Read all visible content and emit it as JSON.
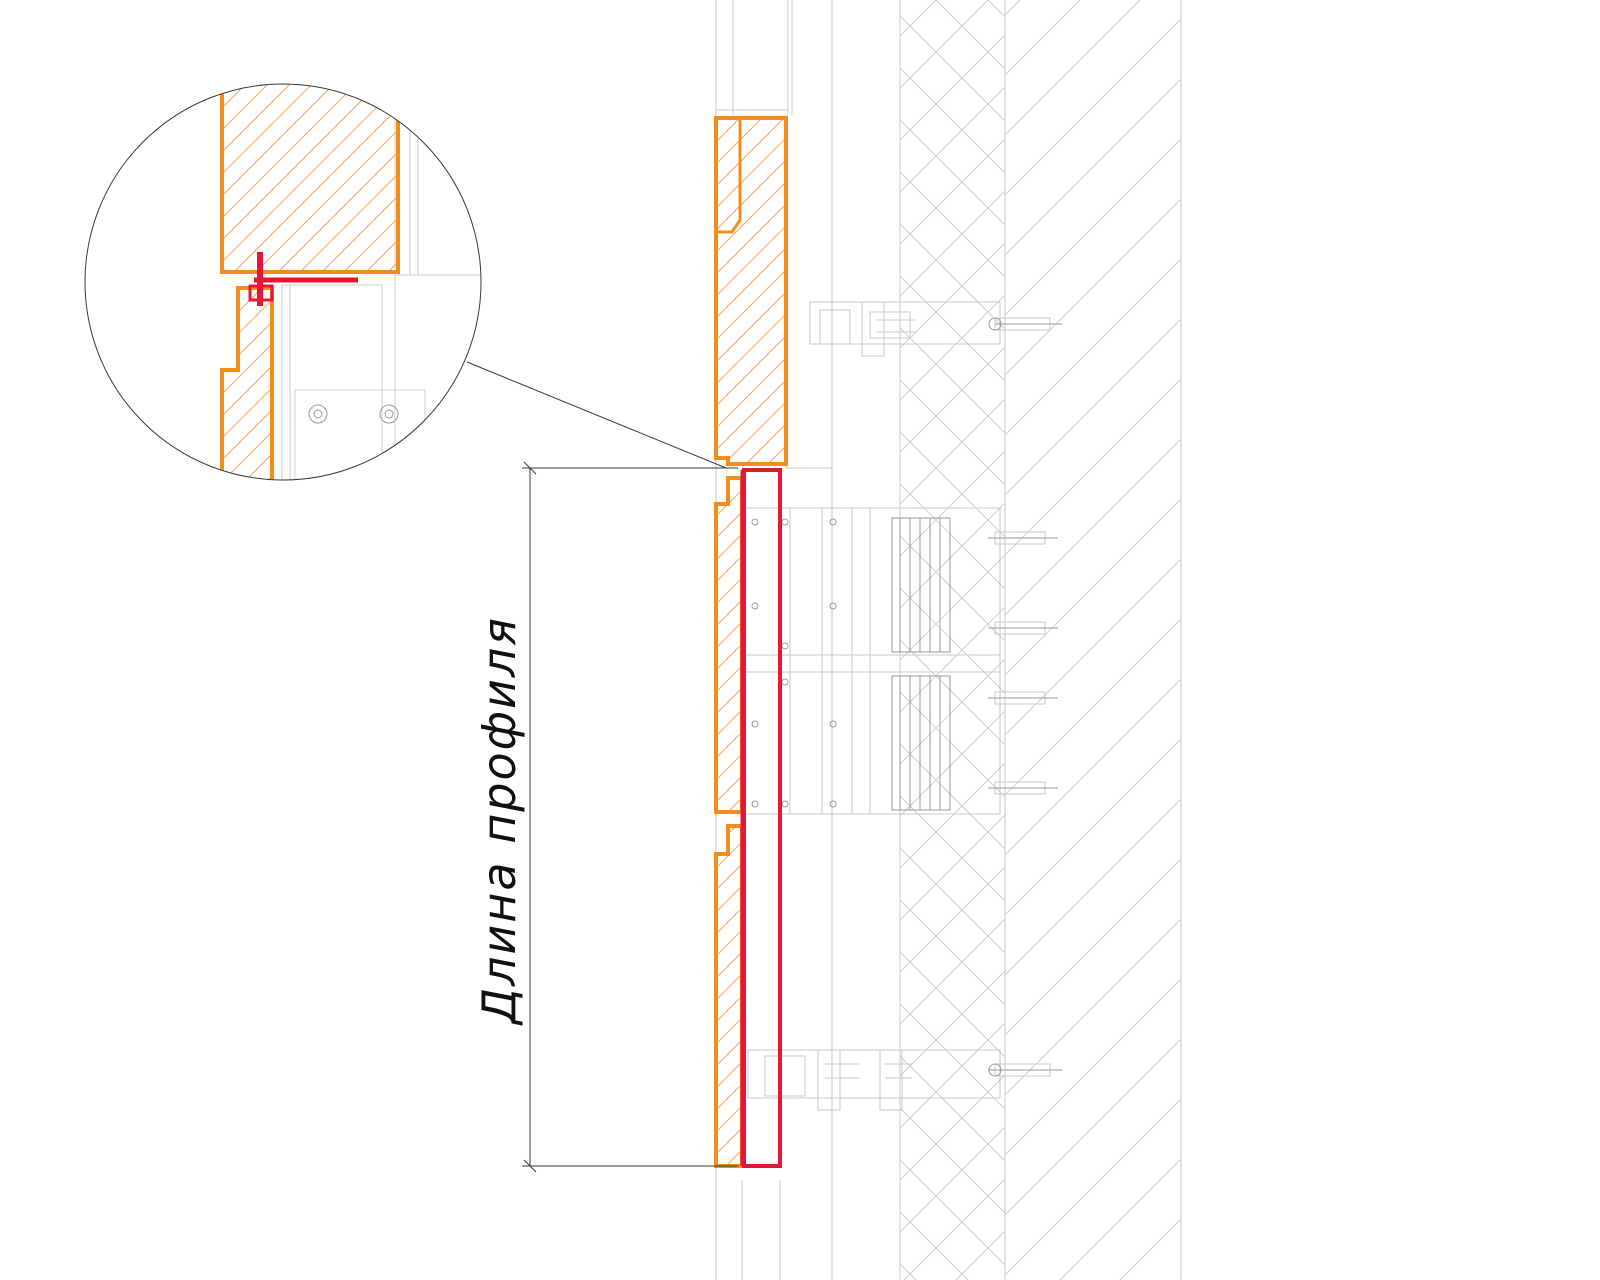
{
  "dimension": {
    "label": "Длина профиля"
  },
  "colors": {
    "panel_outline": "#f28c1b",
    "panel_hatch": "#f3a35a",
    "profile": "#e4163a",
    "structure": "#c9c9c9",
    "leader": "#3a3a3a"
  },
  "parts": [
    {
      "name": "facade-panel",
      "color": "panel_outline"
    },
    {
      "name": "aluminium-profile",
      "color": "profile"
    },
    {
      "name": "insulation-layer",
      "color": "structure"
    },
    {
      "name": "concrete-wall",
      "color": "structure"
    },
    {
      "name": "wall-bracket",
      "color": "structure"
    },
    {
      "name": "anchor-dowel",
      "color": "structure"
    }
  ]
}
